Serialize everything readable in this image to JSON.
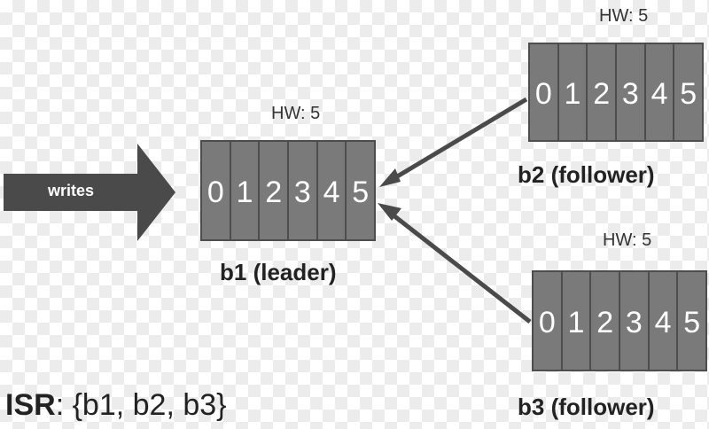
{
  "colors": {
    "cell_fill": "#7a7a7a",
    "cell_border": "#4d4d4d",
    "arrow": "#4a4a4a",
    "text": "#222222"
  },
  "writes": {
    "label": "writes"
  },
  "brokers": [
    {
      "id": "b1",
      "hw_label": "HW: 5",
      "offsets": [
        "0",
        "1",
        "2",
        "3",
        "4",
        "5"
      ],
      "label": "b1 (leader)"
    },
    {
      "id": "b2",
      "hw_label": "HW: 5",
      "offsets": [
        "0",
        "1",
        "2",
        "3",
        "4",
        "5"
      ],
      "label": "b2 (follower)"
    },
    {
      "id": "b3",
      "hw_label": "HW: 5",
      "offsets": [
        "0",
        "1",
        "2",
        "3",
        "4",
        "5"
      ],
      "label": "b3 (follower)"
    }
  ],
  "isr": {
    "key": "ISR",
    "value": ": {b1, b2, b3}"
  }
}
